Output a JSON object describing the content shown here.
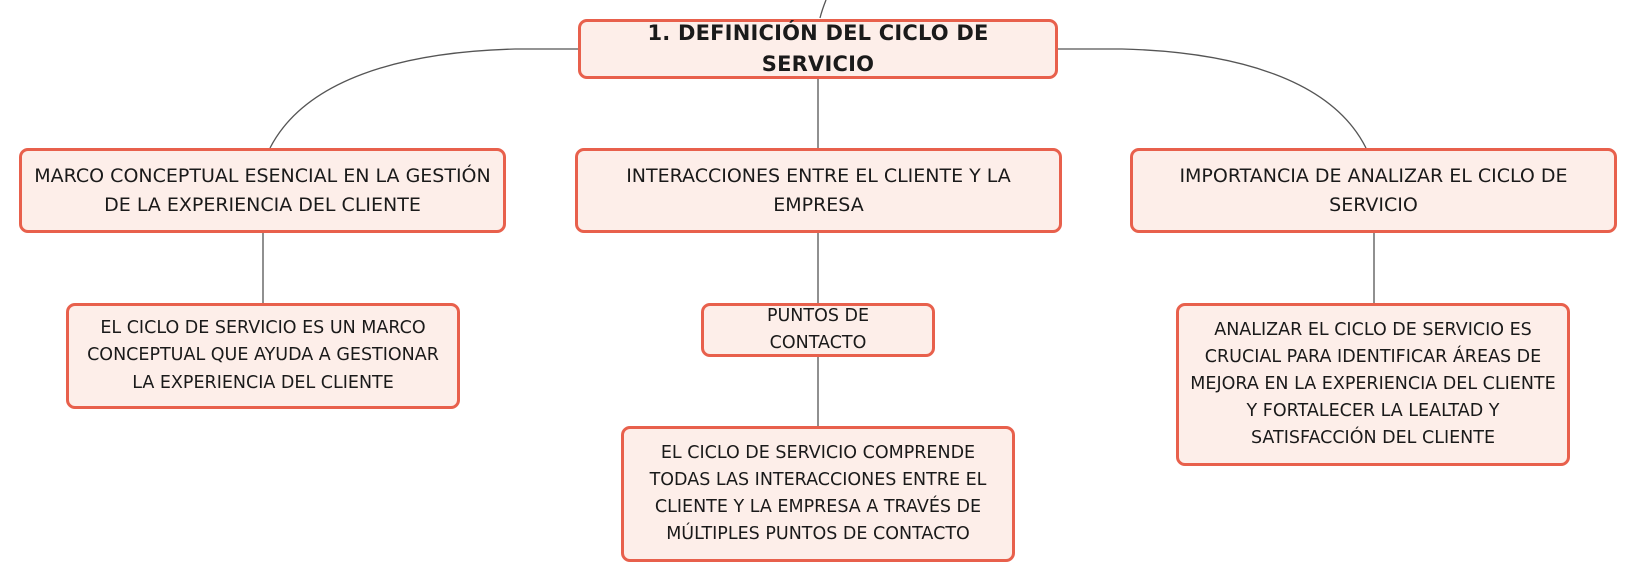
{
  "diagram": {
    "root": {
      "label": "1. DEFINICIÓN DEL CICLO DE SERVICIO"
    },
    "branches": [
      {
        "label": "MARCO CONCEPTUAL ESENCIAL EN LA GESTIÓN DE LA EXPERIENCIA DEL CLIENTE",
        "children": [
          {
            "label": "EL CICLO DE SERVICIO ES UN MARCO CONCEPTUAL QUE AYUDA A GESTIONAR LA EXPERIENCIA DEL CLIENTE"
          }
        ]
      },
      {
        "label": "INTERACCIONES ENTRE EL CLIENTE Y LA EMPRESA",
        "children": [
          {
            "label": "PUNTOS DE CONTACTO",
            "children": [
              {
                "label": "EL CICLO DE SERVICIO COMPRENDE TODAS LAS INTERACCIONES ENTRE EL CLIENTE Y LA EMPRESA A TRAVÉS DE MÚLTIPLES PUNTOS DE CONTACTO"
              }
            ]
          }
        ]
      },
      {
        "label": "IMPORTANCIA DE ANALIZAR EL CICLO DE SERVICIO",
        "children": [
          {
            "label": "ANALIZAR EL CICLO DE SERVICIO ES CRUCIAL PARA IDENTIFICAR ÁREAS DE MEJORA EN LA EXPERIENCIA DEL CLIENTE Y FORTALECER LA LEALTAD Y SATISFACCIÓN DEL CLIENTE"
          }
        ]
      }
    ],
    "colors": {
      "node_fill": "#fdeee9",
      "node_border": "#e8604c",
      "connector": "#555555"
    }
  }
}
